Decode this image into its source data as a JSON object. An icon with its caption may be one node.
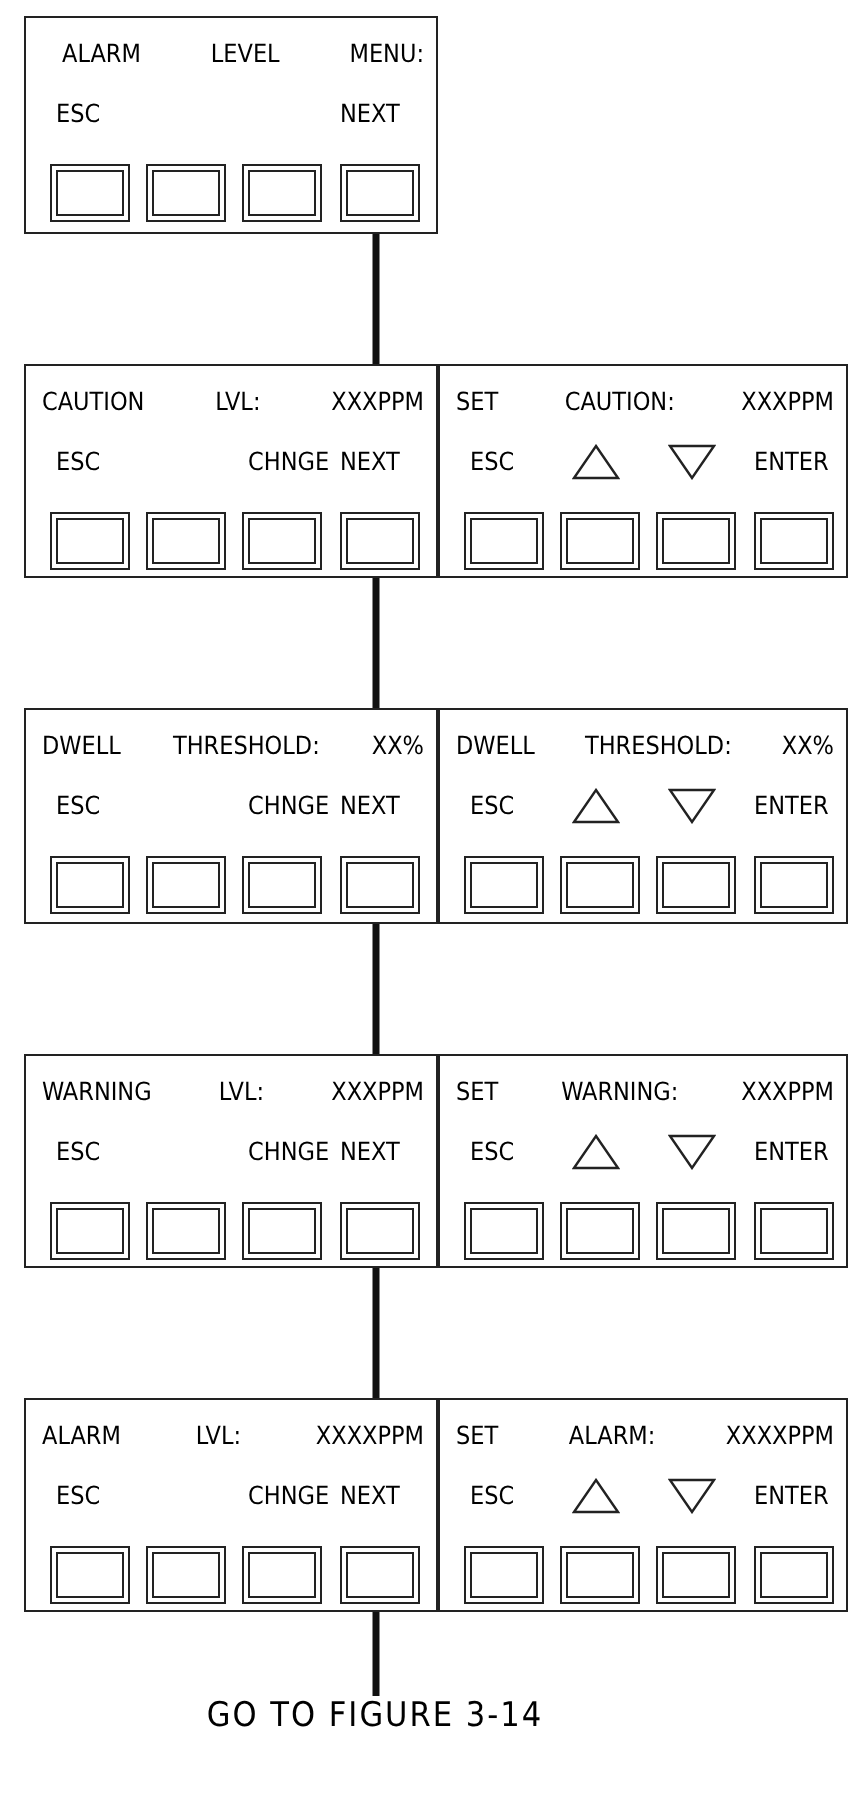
{
  "diagram": {
    "nodes": [
      {
        "text": [
          "ALARM LEVEL MENU:",
          "ESC",
          "NEXT"
        ]
      },
      {
        "text": [
          "CAUTION LVL: XXXPPM",
          "ESC",
          "CHNGE",
          "NEXT"
        ]
      },
      {
        "text": [
          "SET CAUTION: XXXPPM",
          "ESC",
          "ENTER"
        ]
      },
      {
        "text": [
          "DWELL THRESHOLD: XX%",
          "ESC",
          "CHNGE",
          "NEXT"
        ]
      },
      {
        "text": [
          "DWELL THRESHOLD: XX%",
          "ESC",
          "ENTER"
        ]
      },
      {
        "text": [
          "WARNING LVL: XXXPPM",
          "ESC",
          "CHNGE",
          "NEXT"
        ]
      },
      {
        "text": [
          "SET WARNING: XXXPPM",
          "ESC",
          "ENTER"
        ]
      },
      {
        "text": [
          "ALARM LVL: XXXXPPM",
          "ESC",
          "CHNGE",
          "NEXT"
        ]
      },
      {
        "text": [
          "SET ALARM: XXXXPPM",
          "ESC",
          "ENTER"
        ]
      },
      {
        "text": [
          "GO TO FIGURE 3-14"
        ]
      }
    ],
    "edges": [
      {
        "from": 0,
        "to": 1,
        "arrow": "none"
      },
      {
        "from": 1,
        "to": 3,
        "arrow": "none"
      },
      {
        "from": 3,
        "to": 5,
        "arrow": "none"
      },
      {
        "from": 5,
        "to": 7,
        "arrow": "none"
      },
      {
        "from": 7,
        "to": 9,
        "arrow": "none"
      }
    ]
  }
}
